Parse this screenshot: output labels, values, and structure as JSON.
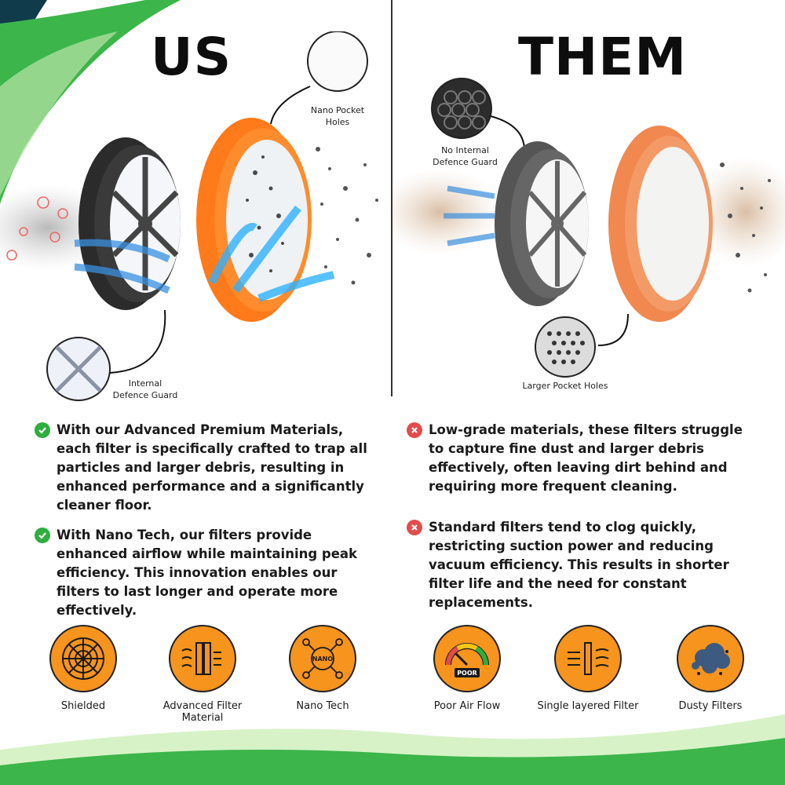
{
  "left_heading": "US",
  "right_heading": "THEM",
  "left_callouts": {
    "nano": "Nano Pocket\nHoles",
    "guard": "Internal\nDefence Guard"
  },
  "right_callouts": {
    "no_guard": "No Internal\nDefence Guard",
    "larger": "Larger Pocket Holes"
  },
  "left_bullets": [
    "With our Advanced Premium Materials, each filter is specifically crafted to trap all particles and larger debris, resulting in enhanced performance and a significantly cleaner floor.",
    "With Nano Tech, our filters provide enhanced airflow while maintaining peak efficiency. This innovation enables our filters to last longer and operate more effectively."
  ],
  "right_bullets": [
    "Low-grade materials, these filters struggle to capture fine dust and larger debris effectively, often leaving dirt behind and requiring more frequent cleaning.",
    "Standard filters tend to clog quickly, restricting suction power and reducing vacuum efficiency. This results in shorter filter life and the need for constant replacements."
  ],
  "left_features": [
    {
      "label": "Shielded",
      "icon": "shield-grid-icon"
    },
    {
      "label": "Advanced Filter Material",
      "icon": "filter-layers-icon"
    },
    {
      "label": "Nano Tech",
      "icon": "nano-network-icon",
      "badge": "NANO"
    }
  ],
  "right_features": [
    {
      "label": "Poor Air Flow",
      "icon": "gauge-icon",
      "badge": "POOR"
    },
    {
      "label": "Single layered Filter",
      "icon": "single-layer-icon"
    },
    {
      "label": "Dusty Filters",
      "icon": "dust-cloud-icon"
    }
  ],
  "colors": {
    "accent_green": "#2eae3f",
    "orange": "#f7941d",
    "bad_red": "#e34c4c"
  }
}
